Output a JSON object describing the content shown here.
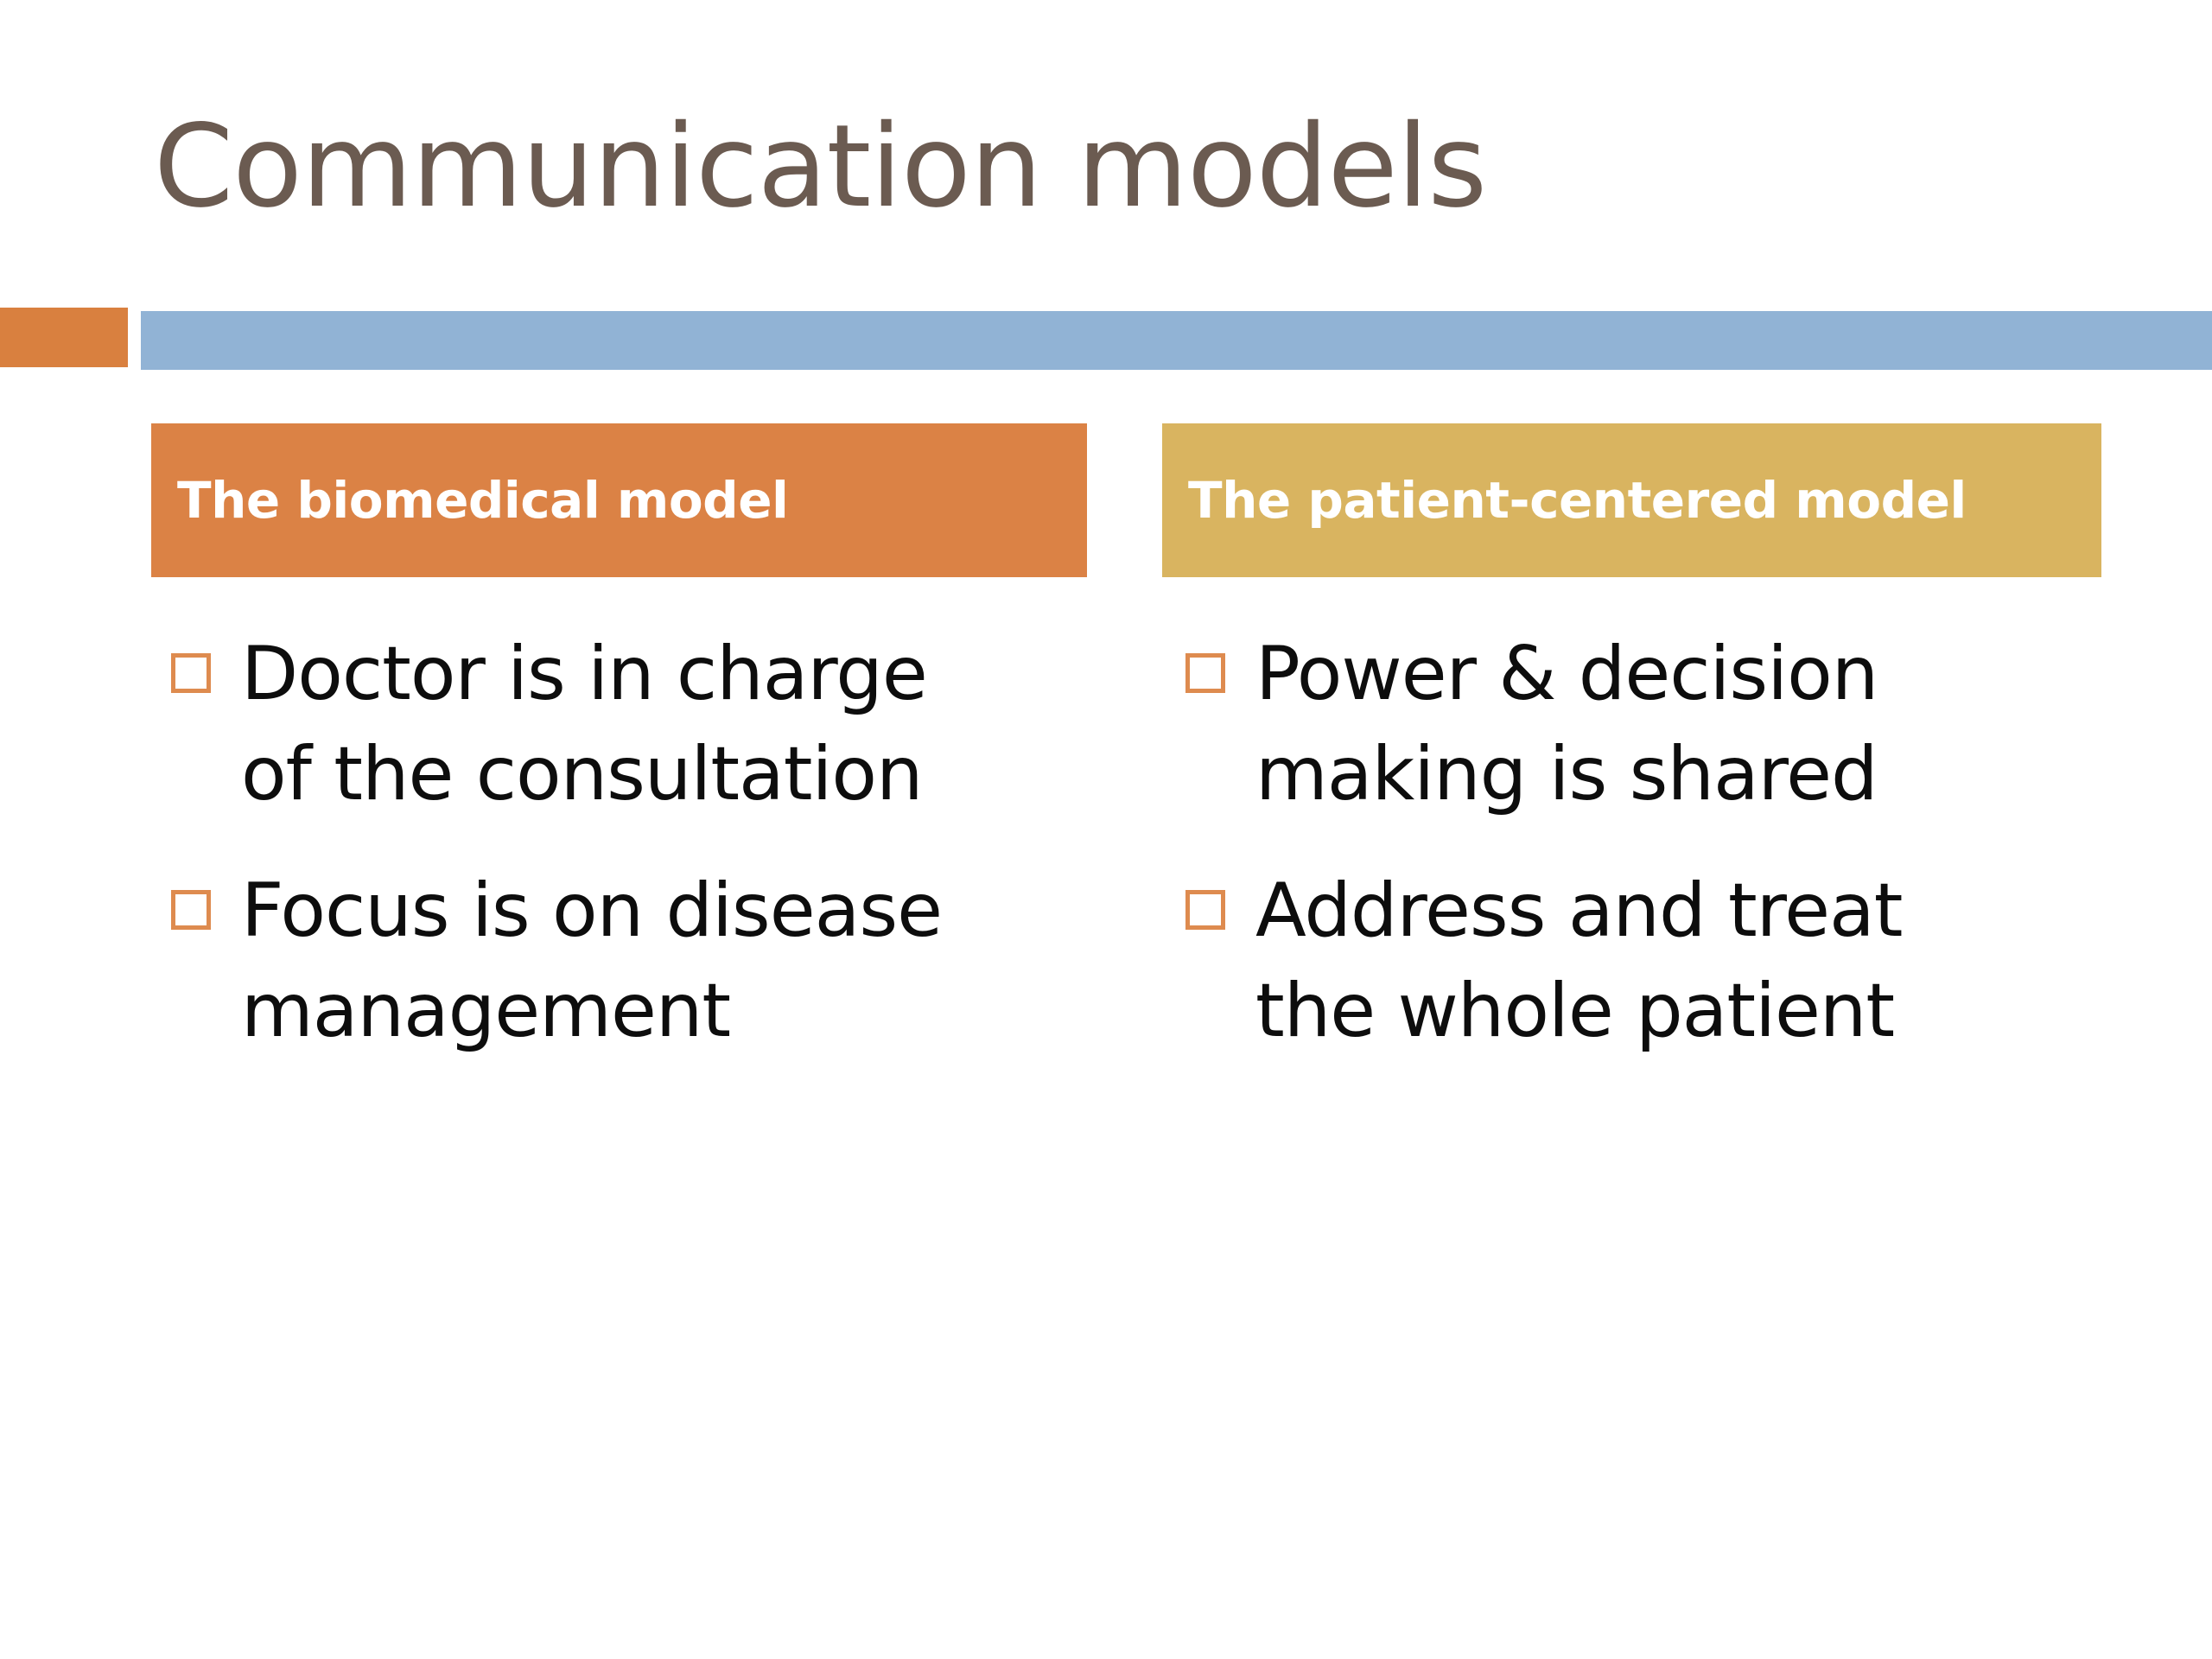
{
  "slide": {
    "title": "Communication models",
    "background_color": "#FFFFFF",
    "title_color": "#6B5B51"
  },
  "divider": {
    "accent_block_color": "#D9803F",
    "bar_color": "#91B3D5"
  },
  "columns": [
    {
      "id": "biomedical",
      "header_label": "The biomedical model",
      "header_color": "#DB8245",
      "header_text_color": "#FFFFFF",
      "bullets": [
        "Doctor is in charge of the consultation",
        "Focus is on disease management"
      ]
    },
    {
      "id": "patient-centered",
      "header_label": "The patient-centered model",
      "header_color": "#D9B460",
      "header_text_color": "#FFFFFF",
      "bullets": [
        "Power & decision making is shared",
        "Address and treat the whole patient"
      ]
    }
  ],
  "bullet_marker": {
    "shape": "hollow-square",
    "color": "#DE8B4F"
  }
}
